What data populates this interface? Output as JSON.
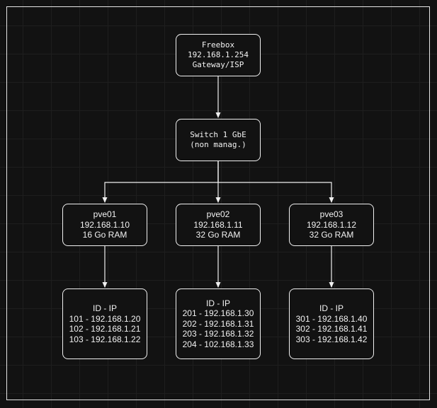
{
  "diagram": {
    "freebox": {
      "name": "Freebox",
      "ip": "192.168.1.254",
      "role": "Gateway/ISP"
    },
    "switch": {
      "name": "Switch 1 GbE",
      "note": "(non manag.)"
    },
    "hosts": [
      {
        "name": "pve01",
        "ip": "192.168.1.10",
        "ram": "16 Go RAM",
        "vms_header": "ID - IP",
        "vms": [
          "101 - 192.168.1.20",
          "102 - 192.168.1.21",
          "103 - 192.168.1.22"
        ]
      },
      {
        "name": "pve02",
        "ip": "192.168.1.11",
        "ram": "32 Go RAM",
        "vms_header": "ID - IP",
        "vms": [
          "201 - 192.168.1.30",
          "202 - 192.168.1.31",
          "203 - 192.168.1.32",
          "204 - 102.168.1.33"
        ]
      },
      {
        "name": "pve03",
        "ip": "192.168.1.12",
        "ram": "32 Go RAM",
        "vms_header": "ID - IP",
        "vms": [
          "301 - 192.168.1.40",
          "302 - 192.168.1.41",
          "303 - 192.168.1.42"
        ]
      }
    ],
    "edges": [
      {
        "from": "freebox",
        "to": "switch"
      },
      {
        "from": "switch",
        "to": "pve01"
      },
      {
        "from": "switch",
        "to": "pve02"
      },
      {
        "from": "switch",
        "to": "pve03"
      },
      {
        "from": "pve01",
        "to": "vms-pve01"
      },
      {
        "from": "pve02",
        "to": "vms-pve02"
      },
      {
        "from": "pve03",
        "to": "vms-pve03"
      }
    ],
    "colors": {
      "background": "#121212",
      "stroke": "#f0f0f0",
      "text": "#f2f2f2"
    }
  }
}
